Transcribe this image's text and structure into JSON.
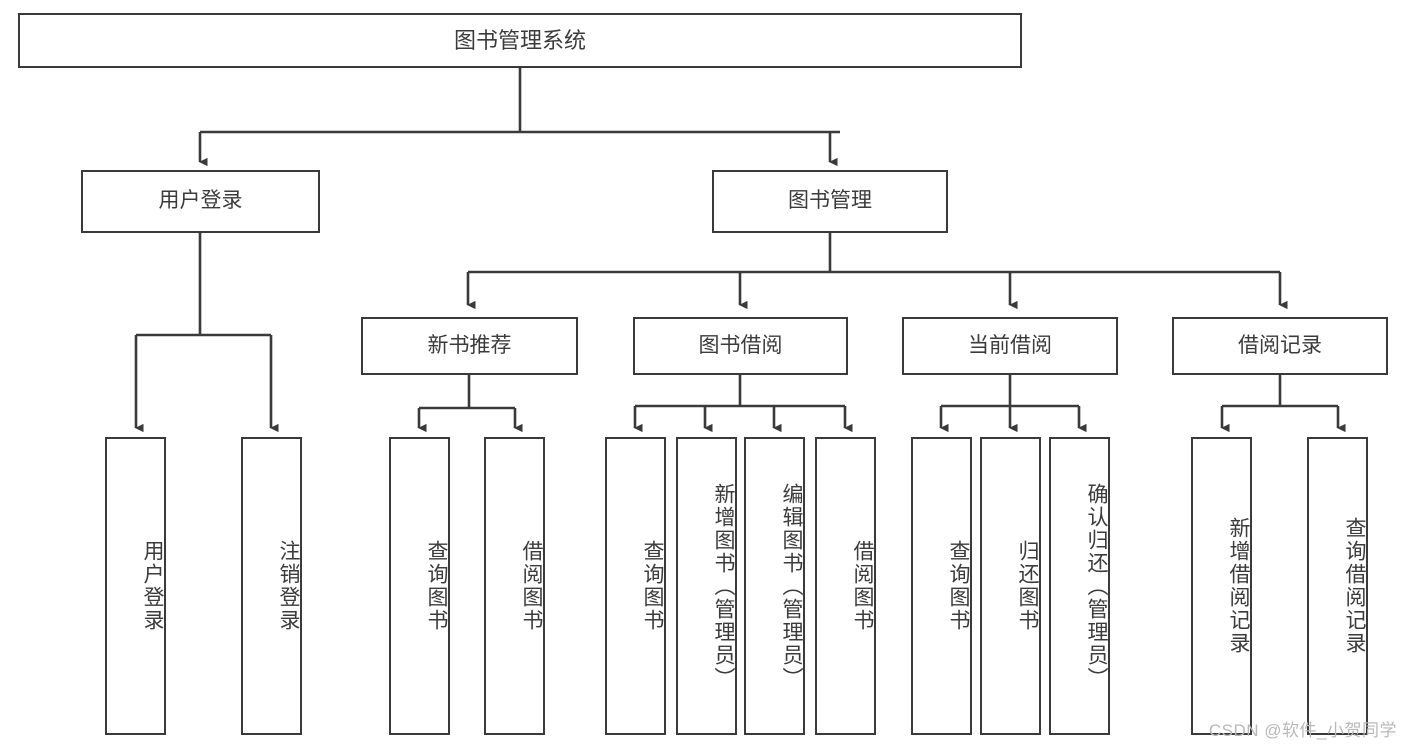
{
  "diagram": {
    "title": "图书管理系统",
    "type": "hierarchy-tree",
    "watermark": "CSDN @软件_小贺同学",
    "colors": {
      "stroke": "#3a3a3a",
      "text": "#3b3b3b",
      "background": "#ffffff",
      "watermark": "#b9b9b9"
    },
    "nodes": {
      "root": {
        "label": "图书管理系统"
      },
      "level2": [
        {
          "id": "user-login",
          "label": "用户登录"
        },
        {
          "id": "book-management",
          "label": "图书管理"
        }
      ],
      "level3": [
        {
          "id": "new-book-recommend",
          "label": "新书推荐"
        },
        {
          "id": "book-borrow",
          "label": "图书借阅"
        },
        {
          "id": "current-borrow",
          "label": "当前借阅"
        },
        {
          "id": "borrow-record",
          "label": "借阅记录"
        }
      ],
      "leaves": {
        "user_login": [
          {
            "id": "leaf-user-login",
            "label": "用户登录"
          },
          {
            "id": "leaf-logout-login",
            "label": "注销登录"
          }
        ],
        "new_book_recommend": [
          {
            "id": "leaf-query-book-1",
            "label": "查询图书"
          },
          {
            "id": "leaf-borrow-book-1",
            "label": "借阅图书"
          }
        ],
        "book_borrow": [
          {
            "id": "leaf-query-book-2",
            "label": "查询图书"
          },
          {
            "id": "leaf-add-book",
            "label": "新增图书（管理员）"
          },
          {
            "id": "leaf-edit-book",
            "label": "编辑图书（管理员）"
          },
          {
            "id": "leaf-borrow-book-2",
            "label": "借阅图书"
          }
        ],
        "current_borrow": [
          {
            "id": "leaf-query-book-3",
            "label": "查询图书"
          },
          {
            "id": "leaf-return-book",
            "label": "归还图书"
          },
          {
            "id": "leaf-confirm-return",
            "label": "确认归还（管理员）"
          }
        ],
        "borrow_record": [
          {
            "id": "leaf-add-record",
            "label": "新增借阅记录"
          },
          {
            "id": "leaf-query-record",
            "label": "查询借阅记录"
          }
        ]
      }
    }
  }
}
